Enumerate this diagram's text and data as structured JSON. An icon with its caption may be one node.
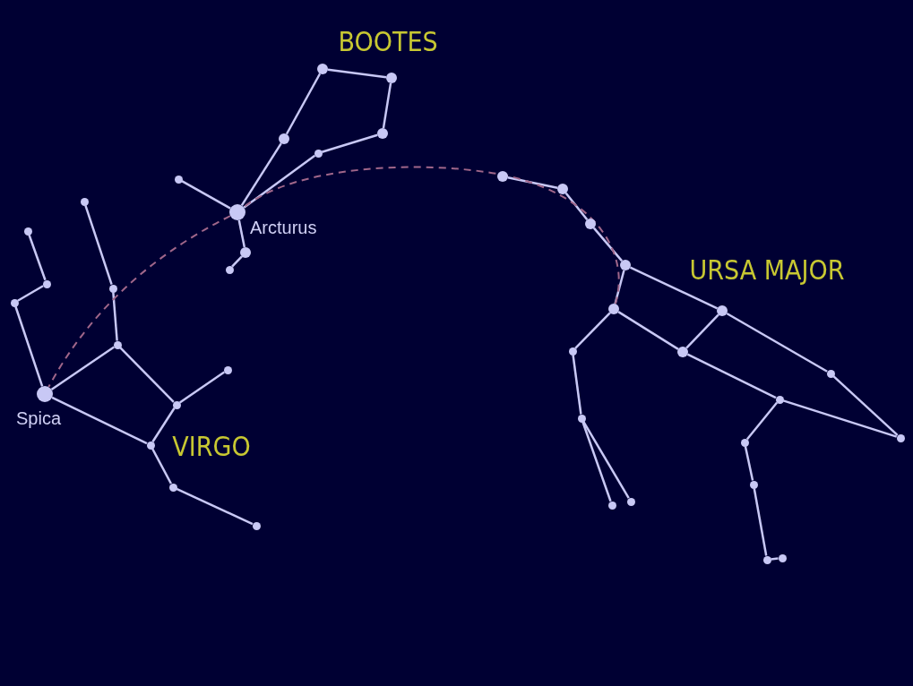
{
  "diagram": {
    "nodes": [
      {
        "text": [],
        "shape": "circle",
        "beside": [
          "Spica"
        ]
      },
      {
        "text": [],
        "shape": "circle"
      },
      {
        "text": [],
        "shape": "circle"
      },
      {
        "text": [],
        "shape": "circle"
      },
      {
        "text": [],
        "shape": "circle"
      },
      {
        "text": [],
        "shape": "circle"
      },
      {
        "text": [],
        "shape": "circle"
      },
      {
        "text": [],
        "shape": "circle"
      },
      {
        "text": [],
        "shape": "circle"
      },
      {
        "text": [],
        "shape": "circle"
      },
      {
        "text": [],
        "shape": "circle"
      },
      {
        "text": [],
        "shape": "circle"
      },
      {
        "text": [],
        "shape": "circle",
        "beside": [
          "Arcturus"
        ]
      },
      {
        "text": [],
        "shape": "circle"
      },
      {
        "text": [],
        "shape": "circle"
      },
      {
        "text": [],
        "shape": "circle"
      },
      {
        "text": [],
        "shape": "circle"
      },
      {
        "text": [],
        "shape": "circle"
      },
      {
        "text": [],
        "shape": "circle"
      },
      {
        "text": [],
        "shape": "circle"
      },
      {
        "text": [],
        "shape": "circle"
      },
      {
        "text": [],
        "shape": "circle"
      },
      {
        "text": [],
        "shape": "circle"
      },
      {
        "text": [],
        "shape": "circle"
      },
      {
        "text": [],
        "shape": "circle"
      },
      {
        "text": [],
        "shape": "circle"
      },
      {
        "text": [],
        "shape": "circle"
      },
      {
        "text": [],
        "shape": "circle"
      },
      {
        "text": [],
        "shape": "circle"
      },
      {
        "text": [],
        "shape": "circle"
      },
      {
        "text": [],
        "shape": "circle"
      },
      {
        "text": [],
        "shape": "circle"
      },
      {
        "text": [],
        "shape": "circle"
      },
      {
        "text": [],
        "shape": "circle"
      },
      {
        "text": [],
        "shape": "circle"
      },
      {
        "text": [],
        "shape": "circle"
      },
      {
        "text": [],
        "shape": "circle"
      },
      {
        "text": [],
        "shape": "circle"
      },
      {
        "text": [],
        "shape": "circle"
      }
    ],
    "edges": [
      {
        "from": 0,
        "to": 1,
        "arrow": "none"
      },
      {
        "from": 1,
        "to": 2,
        "arrow": "none"
      },
      {
        "from": 2,
        "to": 3,
        "arrow": "none"
      },
      {
        "from": 0,
        "to": 4,
        "arrow": "none"
      },
      {
        "from": 4,
        "to": 5,
        "arrow": "none"
      },
      {
        "from": 5,
        "to": 6,
        "arrow": "none"
      },
      {
        "from": 4,
        "to": 7,
        "arrow": "none"
      },
      {
        "from": 7,
        "to": 8,
        "arrow": "none"
      },
      {
        "from": 7,
        "to": 9,
        "arrow": "none"
      },
      {
        "from": 0,
        "to": 9,
        "arrow": "none"
      },
      {
        "from": 9,
        "to": 10,
        "arrow": "none"
      },
      {
        "from": 10,
        "to": 11,
        "arrow": "none"
      },
      {
        "from": 12,
        "to": 13,
        "arrow": "none"
      },
      {
        "from": 12,
        "to": 14,
        "arrow": "none"
      },
      {
        "from": 14,
        "to": 15,
        "arrow": "none"
      },
      {
        "from": 12,
        "to": 16,
        "arrow": "none"
      },
      {
        "from": 16,
        "to": 17,
        "arrow": "none"
      },
      {
        "from": 17,
        "to": 18,
        "arrow": "none"
      },
      {
        "from": 18,
        "to": 19,
        "arrow": "none"
      },
      {
        "from": 19,
        "to": 20,
        "arrow": "none"
      },
      {
        "from": 20,
        "to": 12,
        "arrow": "none"
      },
      {
        "from": 21,
        "to": 22,
        "arrow": "none"
      },
      {
        "from": 22,
        "to": 23,
        "arrow": "none"
      },
      {
        "from": 23,
        "to": 24,
        "arrow": "none"
      },
      {
        "from": 24,
        "to": 25,
        "arrow": "none"
      },
      {
        "from": 24,
        "to": 26,
        "arrow": "none"
      },
      {
        "from": 25,
        "to": 27,
        "arrow": "none"
      },
      {
        "from": 27,
        "to": 26,
        "arrow": "none"
      },
      {
        "from": 26,
        "to": 28,
        "arrow": "none"
      },
      {
        "from": 28,
        "to": 29,
        "arrow": "none"
      },
      {
        "from": 29,
        "to": 30,
        "arrow": "none"
      },
      {
        "from": 30,
        "to": 27,
        "arrow": "none"
      },
      {
        "from": 25,
        "to": 31,
        "arrow": "none"
      },
      {
        "from": 31,
        "to": 32,
        "arrow": "none"
      },
      {
        "from": 32,
        "to": 33,
        "arrow": "none"
      },
      {
        "from": 32,
        "to": 34,
        "arrow": "none"
      },
      {
        "from": 30,
        "to": 35,
        "arrow": "none"
      },
      {
        "from": 35,
        "to": 36,
        "arrow": "none"
      },
      {
        "from": 36,
        "to": 37,
        "arrow": "none"
      },
      {
        "from": 37,
        "to": 38,
        "arrow": "none"
      },
      {
        "from": 25,
        "to": 12,
        "arrow": "none",
        "style": "dashed",
        "color": "#a0668a"
      },
      {
        "from": 12,
        "to": 0,
        "arrow": "none",
        "style": "dashed",
        "color": "#a0668a"
      }
    ],
    "labels": [
      "BOOTES",
      "VIRGO",
      "URSA MAJOR"
    ]
  }
}
